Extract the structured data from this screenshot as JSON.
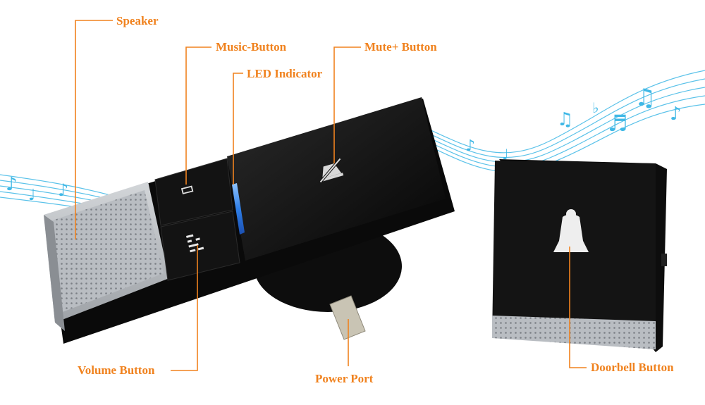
{
  "colors": {
    "callout": "#f0821e",
    "wave": "#3fb8e6",
    "device_body": "#111111",
    "metal": "#b8bcc1",
    "led": "#2f7fe8"
  },
  "callouts": {
    "speaker": "Speaker",
    "music_button": "Music-Button",
    "led_indicator": "LED Indicator",
    "mute_button": "Mute+ Button",
    "volume_button": "Volume Button",
    "power_port": "Power Port",
    "doorbell_button": "Doorbell Button"
  },
  "icons": {
    "music_button_icon": "music-loop-icon",
    "volume_button_icon": "volume-bars-icon",
    "mute_button_icon": "muted-bell-icon",
    "doorbell_button_icon": "bell-icon",
    "decor_notes": "music-notes-icon"
  }
}
